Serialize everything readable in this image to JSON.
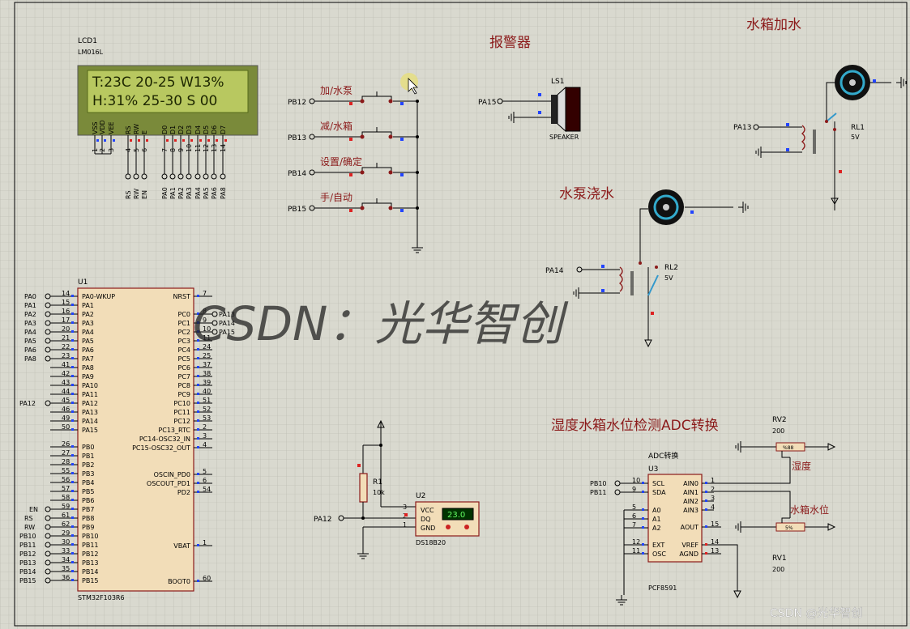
{
  "titles": {
    "alarm": "报警器",
    "tank_fill": "水箱加水",
    "pump": "水泵浇水",
    "adc": "湿度水箱水位检测ADC转换",
    "adc_small": "ADC转换"
  },
  "lcd": {
    "ref": "LCD1",
    "part": "LM016L",
    "line1": "T:23C 20-25 W13%",
    "line2": "H:31% 25-30 S 00",
    "pins": [
      "VSS",
      "VDD",
      "VEE",
      "RS",
      "RW",
      "E",
      "D0",
      "D1",
      "D2",
      "D3",
      "D4",
      "D5",
      "D6",
      "D7"
    ],
    "pin_nums": [
      "1",
      "2",
      "3",
      "4",
      "5",
      "6",
      "7",
      "8",
      "9",
      "10",
      "11",
      "12",
      "13",
      "14"
    ],
    "nets": [
      "RS",
      "RW",
      "EN",
      "PA0",
      "PA1",
      "PA2",
      "PA3",
      "PA4",
      "PA5",
      "PA6",
      "PA8"
    ]
  },
  "buttons": [
    {
      "label": "加/水泵",
      "net": "PB12"
    },
    {
      "label": "减/水箱",
      "net": "PB13"
    },
    {
      "label": "设置/确定",
      "net": "PB14"
    },
    {
      "label": "手/自动",
      "net": "PB15"
    }
  ],
  "speaker": {
    "ref": "LS1",
    "part": "SPEAKER",
    "net": "PA15"
  },
  "relay1": {
    "ref": "RL1",
    "volt": "5V",
    "net": "PA13"
  },
  "relay2": {
    "ref": "RL2",
    "volt": "5V",
    "net": "PA14"
  },
  "mcu": {
    "ref": "U1",
    "part": "STM32F103R6",
    "left_pins": [
      {
        "n": "14",
        "name": "PA0-WKUP",
        "net": "PA0"
      },
      {
        "n": "15",
        "name": "PA1",
        "net": "PA1"
      },
      {
        "n": "16",
        "name": "PA2",
        "net": "PA2"
      },
      {
        "n": "17",
        "name": "PA3",
        "net": "PA3"
      },
      {
        "n": "20",
        "name": "PA4",
        "net": "PA4"
      },
      {
        "n": "21",
        "name": "PA5",
        "net": "PA5"
      },
      {
        "n": "22",
        "name": "PA6",
        "net": "PA6"
      },
      {
        "n": "23",
        "name": "PA7",
        "net": "PA8"
      },
      {
        "n": "41",
        "name": "PA8",
        "net": ""
      },
      {
        "n": "42",
        "name": "PA9",
        "net": ""
      },
      {
        "n": "43",
        "name": "PA10",
        "net": ""
      },
      {
        "n": "44",
        "name": "PA11",
        "net": ""
      },
      {
        "n": "45",
        "name": "PA12",
        "net": "PA12"
      },
      {
        "n": "46",
        "name": "PA13",
        "net": ""
      },
      {
        "n": "49",
        "name": "PA14",
        "net": ""
      },
      {
        "n": "50",
        "name": "PA15",
        "net": ""
      },
      {
        "n": "26",
        "name": "PB0",
        "net": ""
      },
      {
        "n": "27",
        "name": "PB1",
        "net": ""
      },
      {
        "n": "28",
        "name": "PB2",
        "net": ""
      },
      {
        "n": "55",
        "name": "PB3",
        "net": ""
      },
      {
        "n": "56",
        "name": "PB4",
        "net": ""
      },
      {
        "n": "57",
        "name": "PB5",
        "net": ""
      },
      {
        "n": "58",
        "name": "PB6",
        "net": ""
      },
      {
        "n": "59",
        "name": "PB7",
        "net": "EN"
      },
      {
        "n": "61",
        "name": "PB8",
        "net": "RS"
      },
      {
        "n": "62",
        "name": "PB9",
        "net": "RW"
      },
      {
        "n": "29",
        "name": "PB10",
        "net": "PB10"
      },
      {
        "n": "30",
        "name": "PB11",
        "net": "PB11"
      },
      {
        "n": "33",
        "name": "PB12",
        "net": "PB12"
      },
      {
        "n": "34",
        "name": "PB13",
        "net": "PB13"
      },
      {
        "n": "35",
        "name": "PB14",
        "net": "PB14"
      },
      {
        "n": "36",
        "name": "PB15",
        "net": "PB15"
      }
    ],
    "right_pins": [
      {
        "n": "7",
        "name": "NRST",
        "net": ""
      },
      {
        "n": "8",
        "name": "PC0",
        "net": "PA13"
      },
      {
        "n": "9",
        "name": "PC1",
        "net": "PA14"
      },
      {
        "n": "10",
        "name": "PC2",
        "net": "PA15"
      },
      {
        "n": "11",
        "name": "PC3",
        "net": ""
      },
      {
        "n": "24",
        "name": "PC4",
        "net": ""
      },
      {
        "n": "25",
        "name": "PC5",
        "net": ""
      },
      {
        "n": "37",
        "name": "PC6",
        "net": ""
      },
      {
        "n": "38",
        "name": "PC7",
        "net": ""
      },
      {
        "n": "39",
        "name": "PC8",
        "net": ""
      },
      {
        "n": "40",
        "name": "PC9",
        "net": ""
      },
      {
        "n": "51",
        "name": "PC10",
        "net": ""
      },
      {
        "n": "52",
        "name": "PC11",
        "net": ""
      },
      {
        "n": "53",
        "name": "PC12",
        "net": ""
      },
      {
        "n": "2",
        "name": "PC13_RTC",
        "net": ""
      },
      {
        "n": "3",
        "name": "PC14-OSC32_IN",
        "net": ""
      },
      {
        "n": "4",
        "name": "PC15-OSC32_OUT",
        "net": ""
      },
      {
        "n": "5",
        "name": "OSCIN_PD0",
        "net": ""
      },
      {
        "n": "6",
        "name": "OSCOUT_PD1",
        "net": ""
      },
      {
        "n": "54",
        "name": "PD2",
        "net": ""
      },
      {
        "n": "1",
        "name": "VBAT",
        "net": ""
      },
      {
        "n": "60",
        "name": "BOOT0",
        "net": ""
      }
    ]
  },
  "r1": {
    "ref": "R1",
    "value": "10k"
  },
  "ds18b20": {
    "ref": "U2",
    "part": "DS18B20",
    "reading": "23.0",
    "pins": [
      "VCC",
      "DQ",
      "GND"
    ],
    "pin_nums": [
      "3",
      "2",
      "1"
    ],
    "net": "PA12"
  },
  "pcf": {
    "ref": "U3",
    "part": "PCF8591",
    "left_pins": [
      {
        "n": "10",
        "name": "SCL",
        "net": "PB10"
      },
      {
        "n": "9",
        "name": "SDA",
        "net": "PB11"
      },
      {
        "n": "5",
        "name": "A0",
        "net": ""
      },
      {
        "n": "6",
        "name": "A1",
        "net": ""
      },
      {
        "n": "7",
        "name": "A2",
        "net": ""
      },
      {
        "n": "12",
        "name": "EXT",
        "net": ""
      },
      {
        "n": "11",
        "name": "OSC",
        "net": ""
      }
    ],
    "right_pins": [
      {
        "n": "1",
        "name": "AIN0"
      },
      {
        "n": "2",
        "name": "AIN1"
      },
      {
        "n": "3",
        "name": "AIN2"
      },
      {
        "n": "4",
        "name": "AIN3"
      },
      {
        "n": "15",
        "name": "AOUT"
      },
      {
        "n": "14",
        "name": "VREF"
      },
      {
        "n": "13",
        "name": "AGND"
      }
    ]
  },
  "rv2": {
    "ref": "RV2",
    "value": "200",
    "label": "湿度",
    "pct": "%88"
  },
  "rv1": {
    "ref": "RV1",
    "value": "200",
    "label": "水箱水位",
    "pct": "5%"
  },
  "watermark": "CSDN：光华智创",
  "footer": "CSDN @光华智创"
}
